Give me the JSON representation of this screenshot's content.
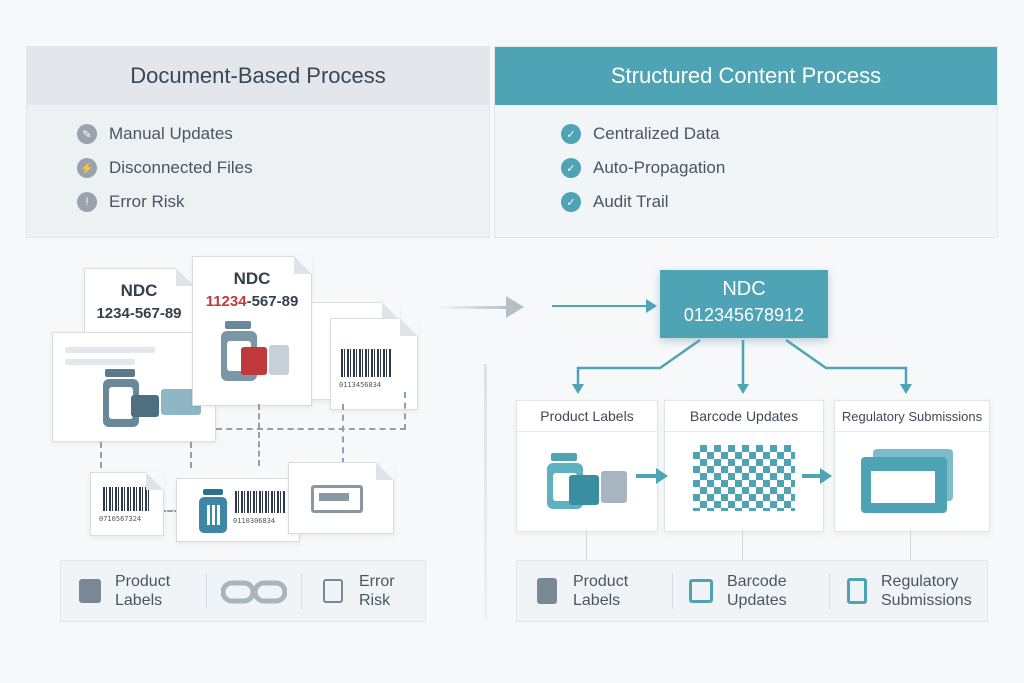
{
  "left_panel": {
    "title": "Document-Based Process",
    "items": [
      {
        "label": "Manual Updates",
        "icon": "pencil-icon"
      },
      {
        "label": "Disconnected Files",
        "icon": "broken-link-icon"
      },
      {
        "label": "Error Risk",
        "icon": "warning-icon"
      }
    ]
  },
  "right_panel": {
    "title": "Structured Content Process",
    "items": [
      {
        "label": "Centralized Data",
        "icon": "check-icon"
      },
      {
        "label": "Auto-Propagation",
        "icon": "check-icon"
      },
      {
        "label": "Audit Trail",
        "icon": "check-icon"
      }
    ]
  },
  "left_docs": {
    "ndc_label": "NDC",
    "code_a": "1234-567-89",
    "code_b_prefix": "11234",
    "code_b_suffix": "-567-89",
    "barcode_a": "0113456834",
    "barcode_b": "0710567324",
    "barcode_c": "0110306834"
  },
  "center": {
    "ndc_label": "NDC",
    "ndc_code": "012345678912"
  },
  "cards": {
    "product": "Product Labels",
    "barcode": "Barcode Updates",
    "regulatory": "Regulatory Submissions"
  },
  "left_bottom": {
    "product_line1": "Product",
    "product_line2": "Labels",
    "error_line1": "Error",
    "error_line2": "Risk"
  },
  "right_bottom": {
    "product_line1": "Product",
    "product_line2": "Labels",
    "barcode_line1": "Barcode",
    "barcode_line2": "Updates",
    "reg_line1": "Regulatory",
    "reg_line2": "Submissions"
  },
  "colors": {
    "accent": "#4ea3b5",
    "error_red": "#c0393b",
    "neutral": "#9aa3ad"
  }
}
